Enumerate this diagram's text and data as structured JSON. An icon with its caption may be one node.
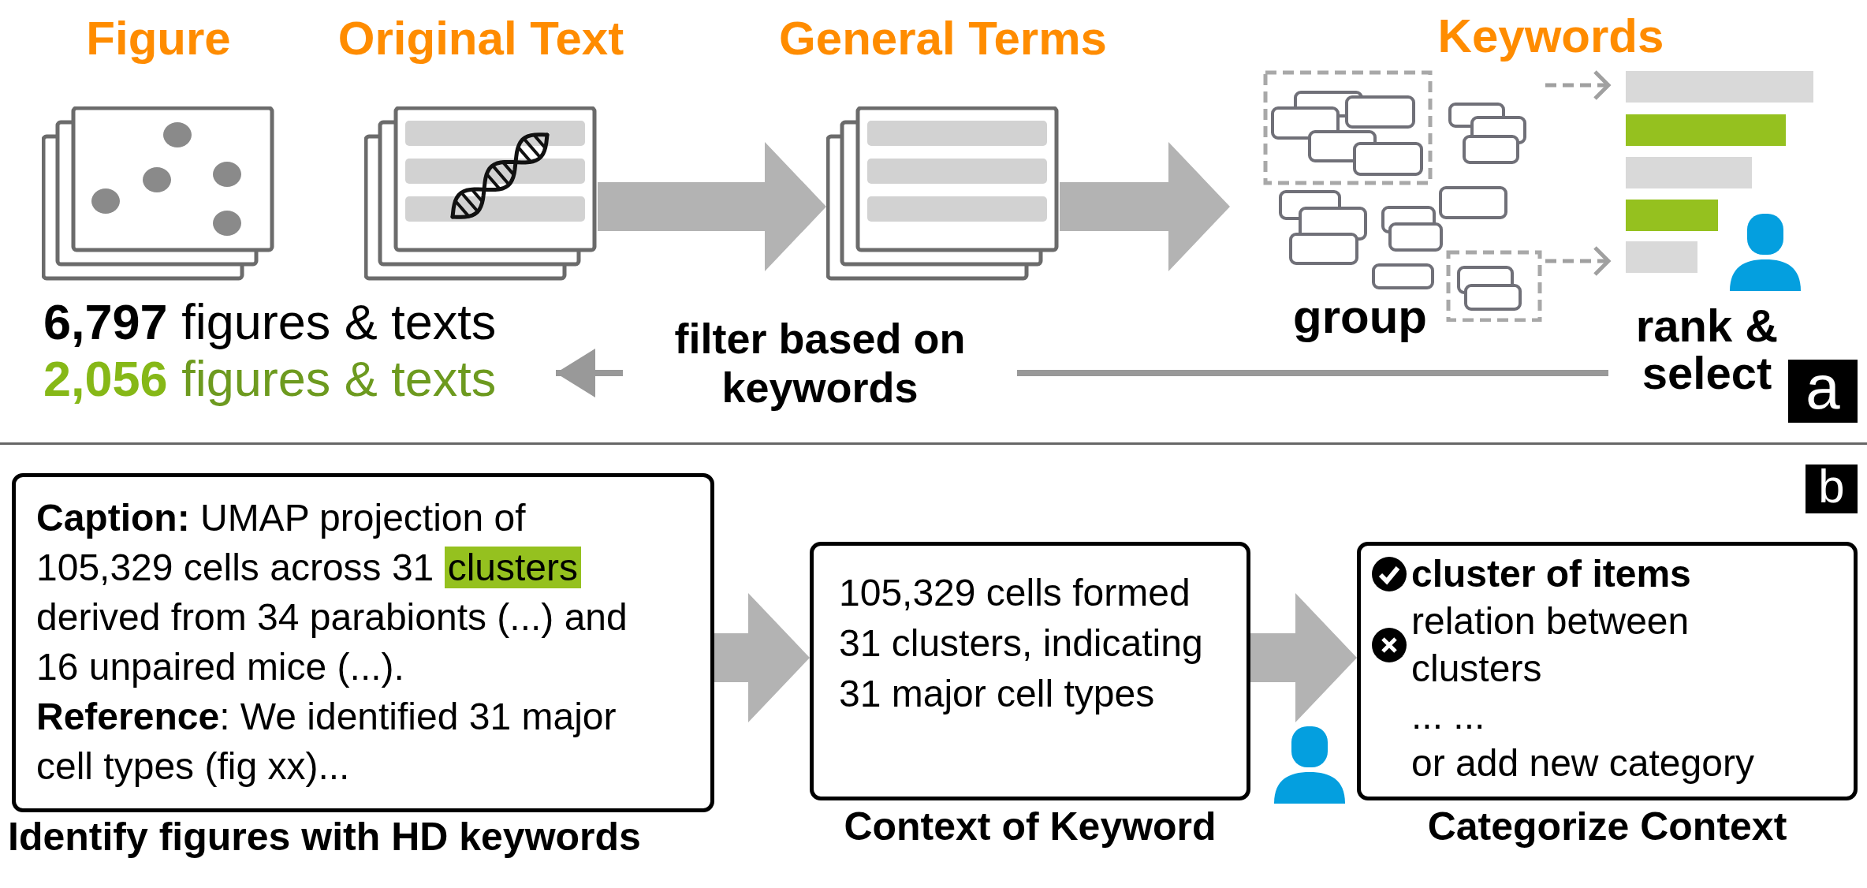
{
  "diagram": {
    "nodes": [
      {
        "text": [
          "Figure"
        ]
      },
      {
        "text": [
          "Original Text"
        ]
      },
      {
        "text": [
          "General Terms"
        ]
      },
      {
        "text": [
          "Keywords"
        ]
      },
      {
        "text": [
          "group"
        ],
        "in": 3
      },
      {
        "text": [
          "rank & select"
        ],
        "in": 3
      },
      {
        "text": [
          "**6,797** figures & texts",
          "**2,056** figures & texts"
        ]
      },
      {
        "text": [
          "**Caption:** UMAP projection of 105,329 cells across 31 *clusters* derived from 34 parabionts (...) and 16 unpaired mice (...).",
          "**Reference**: We identified 31 major cell types (fig xx)...",
          "Identify figures with HD keywords"
        ]
      },
      {
        "text": [
          "105,329 cells formed 31 clusters, indicating 31 major cell types",
          "Context of Keyword"
        ]
      },
      {
        "text": [
          "cluster of items",
          "relation between clusters",
          "... ...",
          "or add new category",
          "Categorize Context"
        ]
      }
    ],
    "edges": [
      {
        "from": 1,
        "to": 2,
        "arrow": "to",
        "style": "thick"
      },
      {
        "from": 2,
        "to": 3,
        "arrow": "to",
        "style": "thick"
      },
      {
        "from": 5,
        "to": 6,
        "arrow": "to",
        "label": "filter based on keywords"
      },
      {
        "from": 4,
        "to": 5,
        "arrow": "to",
        "style": "dashed"
      },
      {
        "from": 4,
        "to": 5,
        "arrow": "to",
        "style": "dashed"
      },
      {
        "from": 7,
        "to": 8,
        "arrow": "to",
        "style": "thick"
      },
      {
        "from": 8,
        "to": 9,
        "arrow": "to",
        "style": "thick"
      }
    ],
    "labels": [
      "a",
      "b"
    ]
  }
}
